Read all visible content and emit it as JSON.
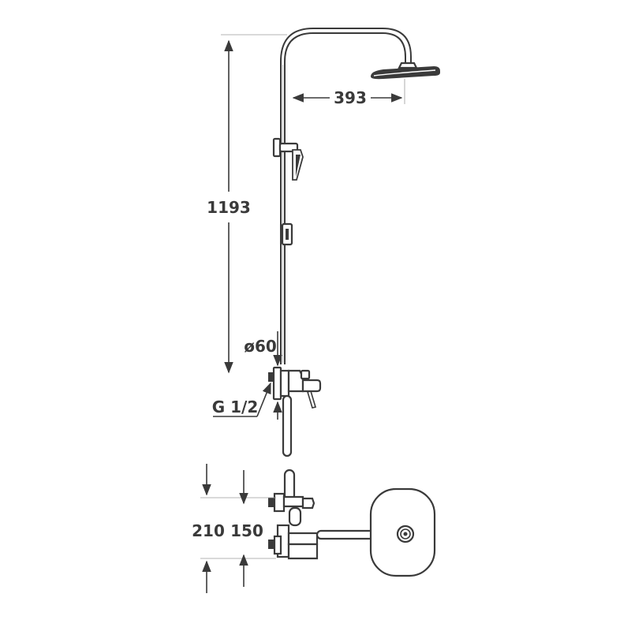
{
  "dimensions": {
    "height_label": "1193",
    "arm_label": "393",
    "diameter_label": "ø60",
    "thread_label": "G 1/2",
    "spacing_outer_label": "210",
    "spacing_inner_label": "150"
  },
  "colors": {
    "line": "#3a3a3a",
    "extension": "#9a9a9a",
    "background": "#ffffff"
  }
}
